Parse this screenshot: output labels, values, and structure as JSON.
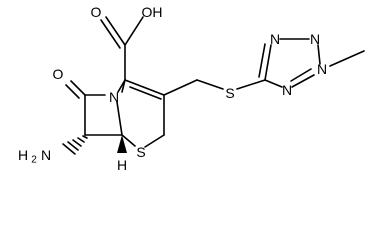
{
  "structure": {
    "atoms": {
      "O_carbonyl": "O",
      "N_ring": "N",
      "S_ring": "S",
      "H_stereo": "H",
      "NH2": "H",
      "NH2_N": "N",
      "NH2_sub": "2",
      "COOH": "OH",
      "COOH_O": "O",
      "S_link": "S",
      "N_t1": "N",
      "N_t2": "N",
      "N_t3": "N",
      "N_t4": "N"
    }
  }
}
